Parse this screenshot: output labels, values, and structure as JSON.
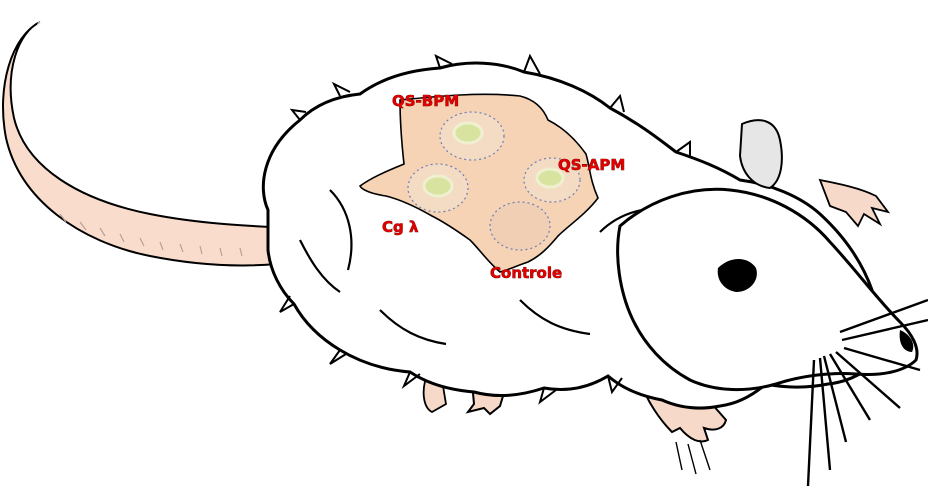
{
  "labels": {
    "qs_bpm": "QS-BPM",
    "qs_apm": "QS-APM",
    "cg_lambda": "Cg λ",
    "controle": "Controle"
  },
  "colors": {
    "label": "#e00000",
    "patch": "#f6d3b4",
    "gel_inner": "#d9e3a0",
    "gel_rim": "#eef0d0",
    "skin_pink": "#f7d9c9",
    "outline": "#000000"
  },
  "icons": {
    "rat": "rat-illustration",
    "shaved_area": "shaved-skin-patch"
  }
}
